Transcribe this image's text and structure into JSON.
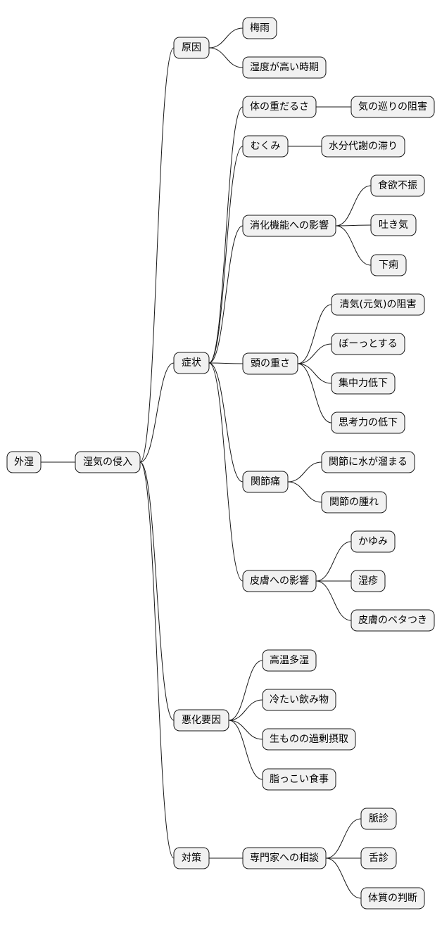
{
  "mindmap": {
    "root": "外湿",
    "level1": "湿気の侵入",
    "branches": {
      "cause": {
        "label": "原因",
        "children": [
          "梅雨",
          "湿度が高い時期"
        ]
      },
      "symptoms": {
        "label": "症状",
        "body_heaviness": {
          "label": "体の重だるさ",
          "children": [
            "気の巡りの阻害"
          ]
        },
        "swelling": {
          "label": "むくみ",
          "children": [
            "水分代謝の滞り"
          ]
        },
        "digestion": {
          "label": "消化機能への影響",
          "children": [
            "食欲不振",
            "吐き気",
            "下痢"
          ]
        },
        "head_heaviness": {
          "label": "頭の重さ",
          "children": [
            "清気(元気)の阻害",
            "ぼーっとする",
            "集中力低下",
            "思考力の低下"
          ]
        },
        "joint_pain": {
          "label": "関節痛",
          "children": [
            "関節に水が溜まる",
            "関節の腫れ"
          ]
        },
        "skin": {
          "label": "皮膚への影響",
          "children": [
            "かゆみ",
            "湿疹",
            "皮膚のベタつき"
          ]
        }
      },
      "aggravating": {
        "label": "悪化要因",
        "children": [
          "高温多湿",
          "冷たい飲み物",
          "生ものの過剰摂取",
          "脂っこい食事"
        ]
      },
      "countermeasure": {
        "label": "対策",
        "consult": {
          "label": "専門家への相談",
          "children": [
            "脈診",
            "舌診",
            "体質の判断"
          ]
        }
      }
    }
  }
}
